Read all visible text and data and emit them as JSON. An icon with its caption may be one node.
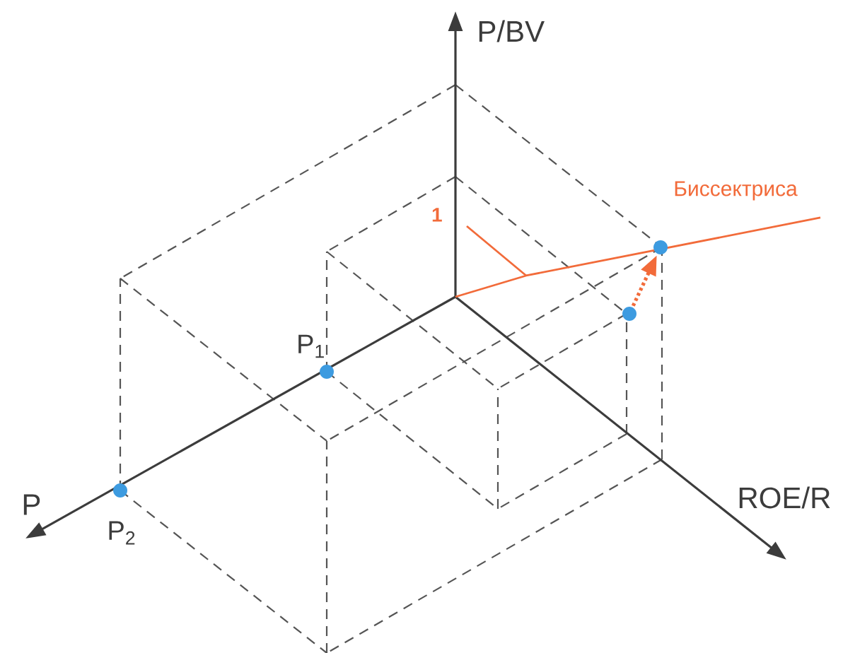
{
  "diagram": {
    "nodes": [
      {
        "text": [],
        "shape": "circle",
        "beside": [
          "P$_{2}$"
        ]
      },
      {
        "text": [],
        "shape": "circle",
        "beside": [
          "P$_{1}$"
        ]
      },
      {
        "text": [],
        "shape": "circle"
      },
      {
        "text": [],
        "shape": "circle"
      }
    ],
    "edges": [
      {
        "from": 2,
        "to": 3,
        "arrow": "to",
        "style": "dashed",
        "color": "#f26b3a"
      }
    ],
    "labels": [
      "P/BV",
      "1",
      "Биссектриса",
      "ROE/R",
      "P"
    ]
  }
}
